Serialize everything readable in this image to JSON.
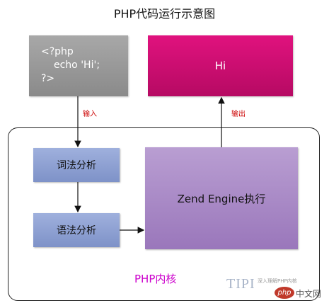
{
  "title": "PHP代码运行示意图",
  "source_code": {
    "line1": "<?php",
    "line2": "echo 'Hi';",
    "line3": "?>"
  },
  "output_box": "Hi",
  "labels": {
    "input": "输入",
    "output": "输出"
  },
  "kernel": {
    "label": "PHP内核",
    "lexical_analysis": "词法分析",
    "syntax_analysis": "语法分析",
    "engine": "Zend Engine执行"
  },
  "watermark": {
    "tipi": "TIPI",
    "tipi_sub": "深入理解PHP内核",
    "php": "php",
    "site": "中文网"
  },
  "colors": {
    "code_box": "#999999",
    "output_box": "#cc0e6f",
    "analysis_boxes": "#8fa1d3",
    "engine_box": "#aa8ac6",
    "kernel_label": "#cc00cc",
    "arrow_labels": "#cc0000"
  }
}
